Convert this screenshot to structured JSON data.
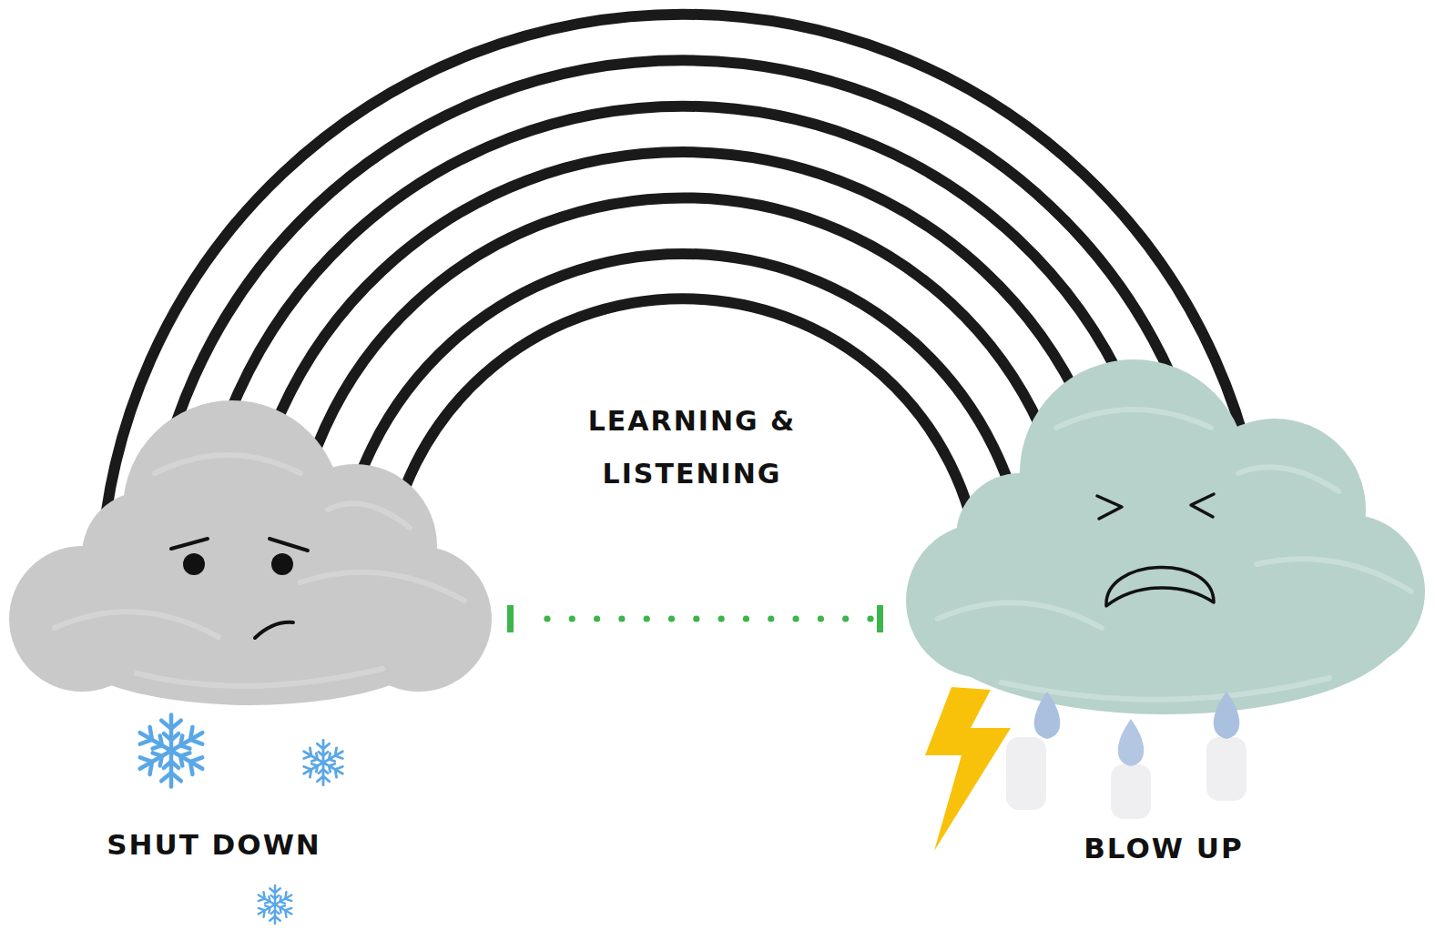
{
  "diagram": {
    "nodes": [
      {
        "text": [
          "SHUT DOWN"
        ]
      },
      {
        "text": [
          "BLOW UP"
        ]
      }
    ],
    "edges": [
      {
        "from": 0,
        "to": 1,
        "arrow": "none"
      }
    ],
    "labels": [
      "LEARNING & LISTENING"
    ]
  }
}
